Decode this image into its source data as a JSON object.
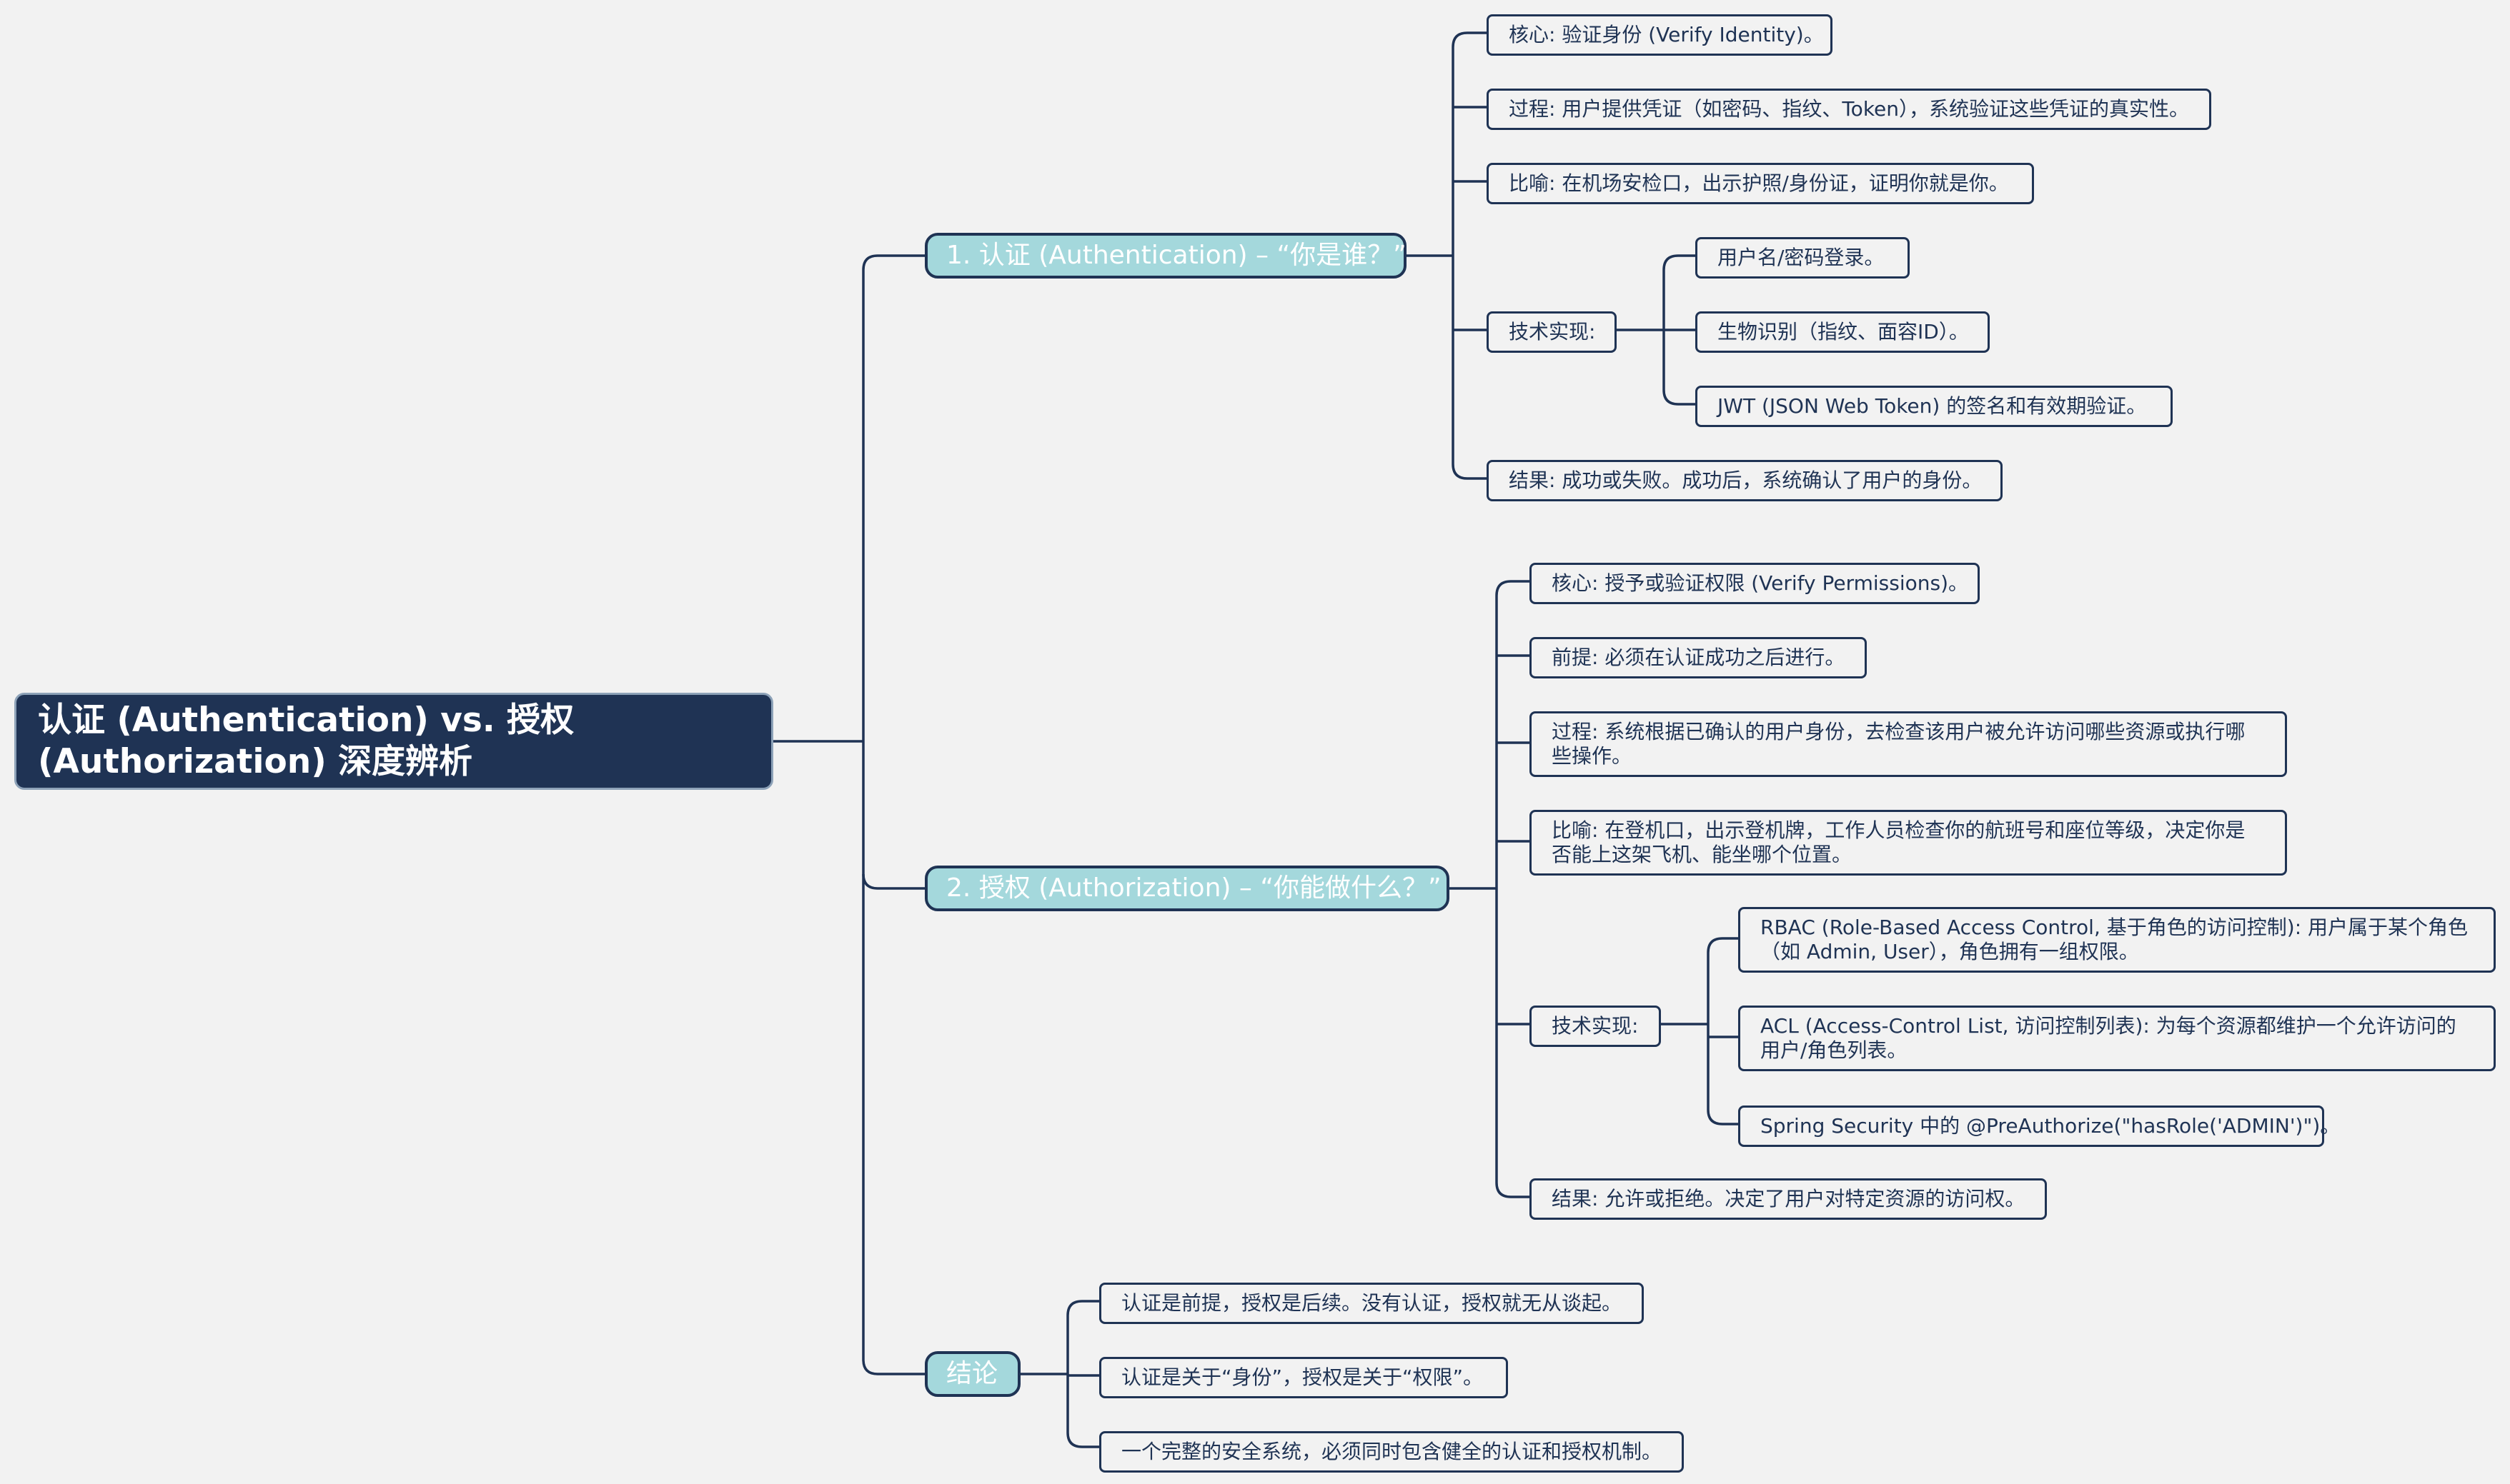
{
  "root": {
    "title": "认证 (Authentication) vs. 授权 (Authorization) 深度辨析"
  },
  "branches": {
    "auth": {
      "label": "1. 认证 (Authentication) – “你是谁？”",
      "core": "核心: 验证身份 (Verify Identity)。",
      "process": "过程: 用户提供凭证（如密码、指纹、Token），系统验证这些凭证的真实性。",
      "analogy": "比喻: 在机场安检口，出示护照/身份证，证明你就是你。",
      "tech": {
        "label": "技术实现:",
        "items": [
          "用户名/密码登录。",
          "生物识别（指纹、面容ID）。",
          "JWT (JSON Web Token) 的签名和有效期验证。"
        ]
      },
      "result": "结果: 成功或失败。成功后，系统确认了用户的身份。"
    },
    "authz": {
      "label": "2. 授权 (Authorization) – “你能做什么？”",
      "core": "核心: 授予或验证权限 (Verify Permissions)。",
      "premise": "前提: 必须在认证成功之后进行。",
      "process": "过程: 系统根据已确认的用户身份，去检查该用户被允许访问哪些资源或执行哪些操作。",
      "analogy": "比喻: 在登机口，出示登机牌，工作人员检查你的航班号和座位等级，决定你是否能上这架飞机、能坐哪个位置。",
      "tech": {
        "label": "技术实现:",
        "items": [
          "RBAC (Role-Based Access Control, 基于角色的访问控制): 用户属于某个角色（如 Admin, User），角色拥有一组权限。",
          "ACL (Access-Control List, 访问控制列表): 为每个资源都维护一个允许访问的用户/角色列表。",
          "Spring Security 中的 @PreAuthorize(\"hasRole('ADMIN')\")。"
        ]
      },
      "result": "结果: 允许或拒绝。决定了用户对特定资源的访问权。"
    },
    "conclusion": {
      "label": "结论",
      "items": [
        "认证是前提，授权是后续。没有认证，授权就无从谈起。",
        "认证是关于“身份”，授权是关于“权限”。",
        "一个完整的安全系统，必须同时包含健全的认证和授权机制。"
      ]
    }
  },
  "colors": {
    "background": "#f2f2f2",
    "root": "#1f3354",
    "branch": "#a4d8dc",
    "line": "#1f3354"
  }
}
